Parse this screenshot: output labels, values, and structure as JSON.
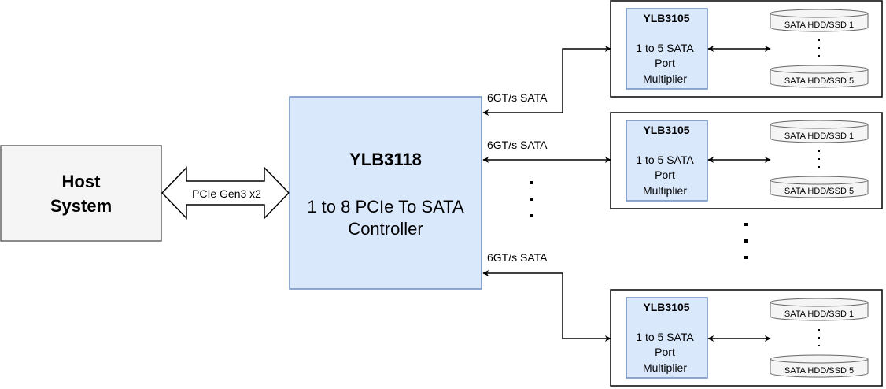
{
  "host": {
    "line1": "Host",
    "line2": "System"
  },
  "link_label": "PCIe Gen3 x2",
  "controller": {
    "name": "YLB3118",
    "line1": "1 to 8 PCIe To SATA",
    "line2": "Controller"
  },
  "sata_label": "6GT/s SATA",
  "multipliers": [
    {
      "name": "YLB3105",
      "line1": "1 to 5 SATA",
      "line2": "Port",
      "line3": "Multiplier",
      "disk_first": "SATA HDD/SSD 1",
      "disk_last": "SATA HDD/SSD 5"
    },
    {
      "name": "YLB3105",
      "line1": "1 to 5 SATA",
      "line2": "Port",
      "line3": "Multiplier",
      "disk_first": "SATA HDD/SSD 1",
      "disk_last": "SATA HDD/SSD 5"
    },
    {
      "name": "YLB3105",
      "line1": "1 to 5 SATA",
      "line2": "Port",
      "line3": "Multiplier",
      "disk_first": "SATA HDD/SSD 1",
      "disk_last": "SATA HDD/SSD 5"
    }
  ],
  "colors": {
    "box_fill": "#dae8fc",
    "box_stroke": "#6c8ebf",
    "host_fill": "#f5f5f5",
    "host_stroke": "#666666",
    "disk_fill": "#f5f5f5",
    "line": "#000000"
  }
}
